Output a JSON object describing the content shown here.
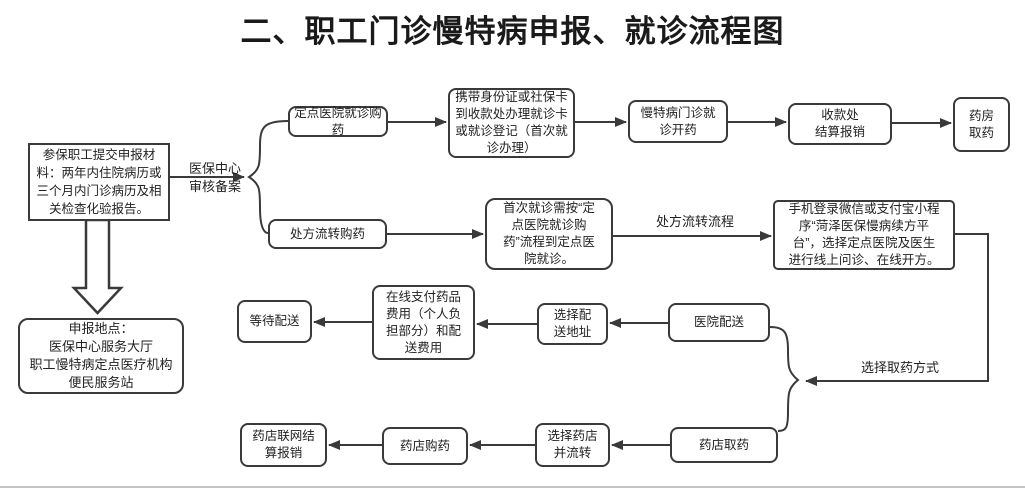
{
  "title": "二、职工门诊慢特病申报、就诊流程图",
  "colors": {
    "line": "#3a3a3a",
    "text": "#222222",
    "title_text": "#1a1a1a"
  },
  "nodes": {
    "apply": "参保职工提交申报材\n料：两年内住院病历或\n三个月内门诊病历及相\n关检查化验报告。",
    "location": "申报地点：\n医保中心服务大厅\n职工慢特病定点医疗机构\n便民服务站",
    "hospital_visit": "定点医院就诊购药",
    "bring_id": "携带身份证或社保卡\n到收款处办理就诊卡\n或就诊登记（首次就\n诊办理）",
    "clinic": "慢特病门诊就\n诊开药",
    "cashier": "收款处\n结算报销",
    "pharmacy_room": "药房\n取药",
    "prescription": "处方流转购药",
    "first_visit": "首次就诊需按“定\n点医院就诊购\n药”流程到定点医\n院就诊。",
    "mobile": "手机登录微信或支付宝小程\n序“菏泽医保慢病续方平\n台”，选择定点医院及医生\n进行线上问诊、在线开方。",
    "hospital_delivery": "医院配送",
    "delivery_address": "选择配\n送地址",
    "pay_online": "在线支付药品\n费用（个人负\n担部分）和配\n送费用",
    "wait_delivery": "等待配送",
    "pharmacy_pickup": "药店取药",
    "choose_pharmacy": "选择药店\n并流转",
    "pharmacy_buy": "药店购药",
    "pharmacy_settle": "药店联网结\n算报销"
  },
  "edge_labels": {
    "audit": "医保中心\n审核备案",
    "prescription_flow": "处方流转流程",
    "choose_pickup": "选择取药方式"
  }
}
